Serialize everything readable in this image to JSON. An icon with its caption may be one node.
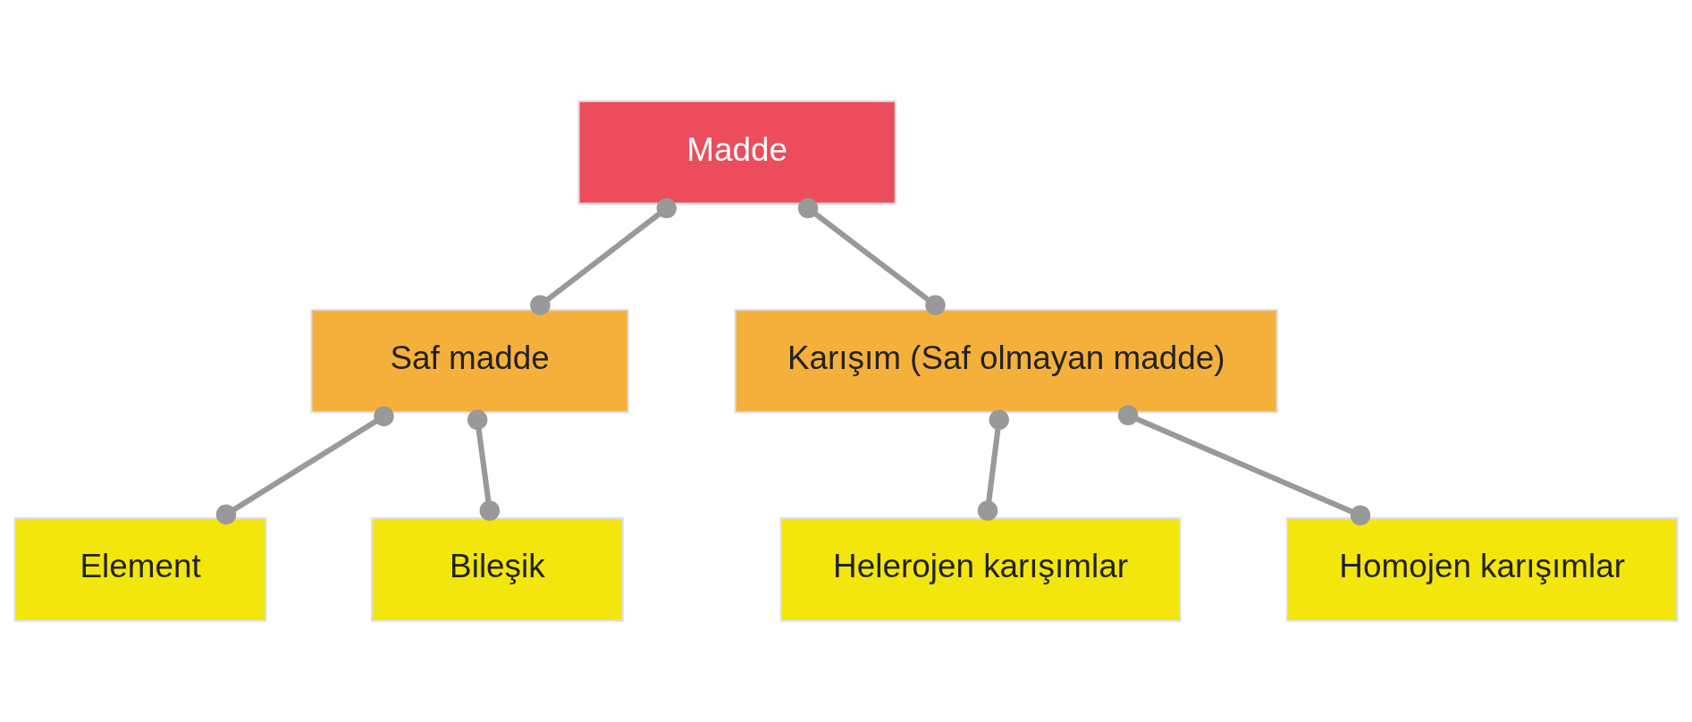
{
  "diagram": {
    "nodes": [
      {
        "text": [
          "Madde"
        ]
      },
      {
        "text": [
          "Saf madde"
        ]
      },
      {
        "text": [
          "Karışım (Saf olmayan madde)"
        ]
      },
      {
        "text": [
          "Element"
        ]
      },
      {
        "text": [
          "Bileşik"
        ]
      },
      {
        "text": [
          "Helerojen karışımlar"
        ]
      },
      {
        "text": [
          "Homojen karışımlar"
        ]
      }
    ],
    "edges": [
      {
        "from": 0,
        "to": 1,
        "arrow": "other"
      },
      {
        "from": 0,
        "to": 2,
        "arrow": "other"
      },
      {
        "from": 1,
        "to": 3,
        "arrow": "other"
      },
      {
        "from": 1,
        "to": 4,
        "arrow": "other"
      },
      {
        "from": 2,
        "to": 5,
        "arrow": "other"
      },
      {
        "from": 2,
        "to": 6,
        "arrow": "other"
      }
    ]
  }
}
